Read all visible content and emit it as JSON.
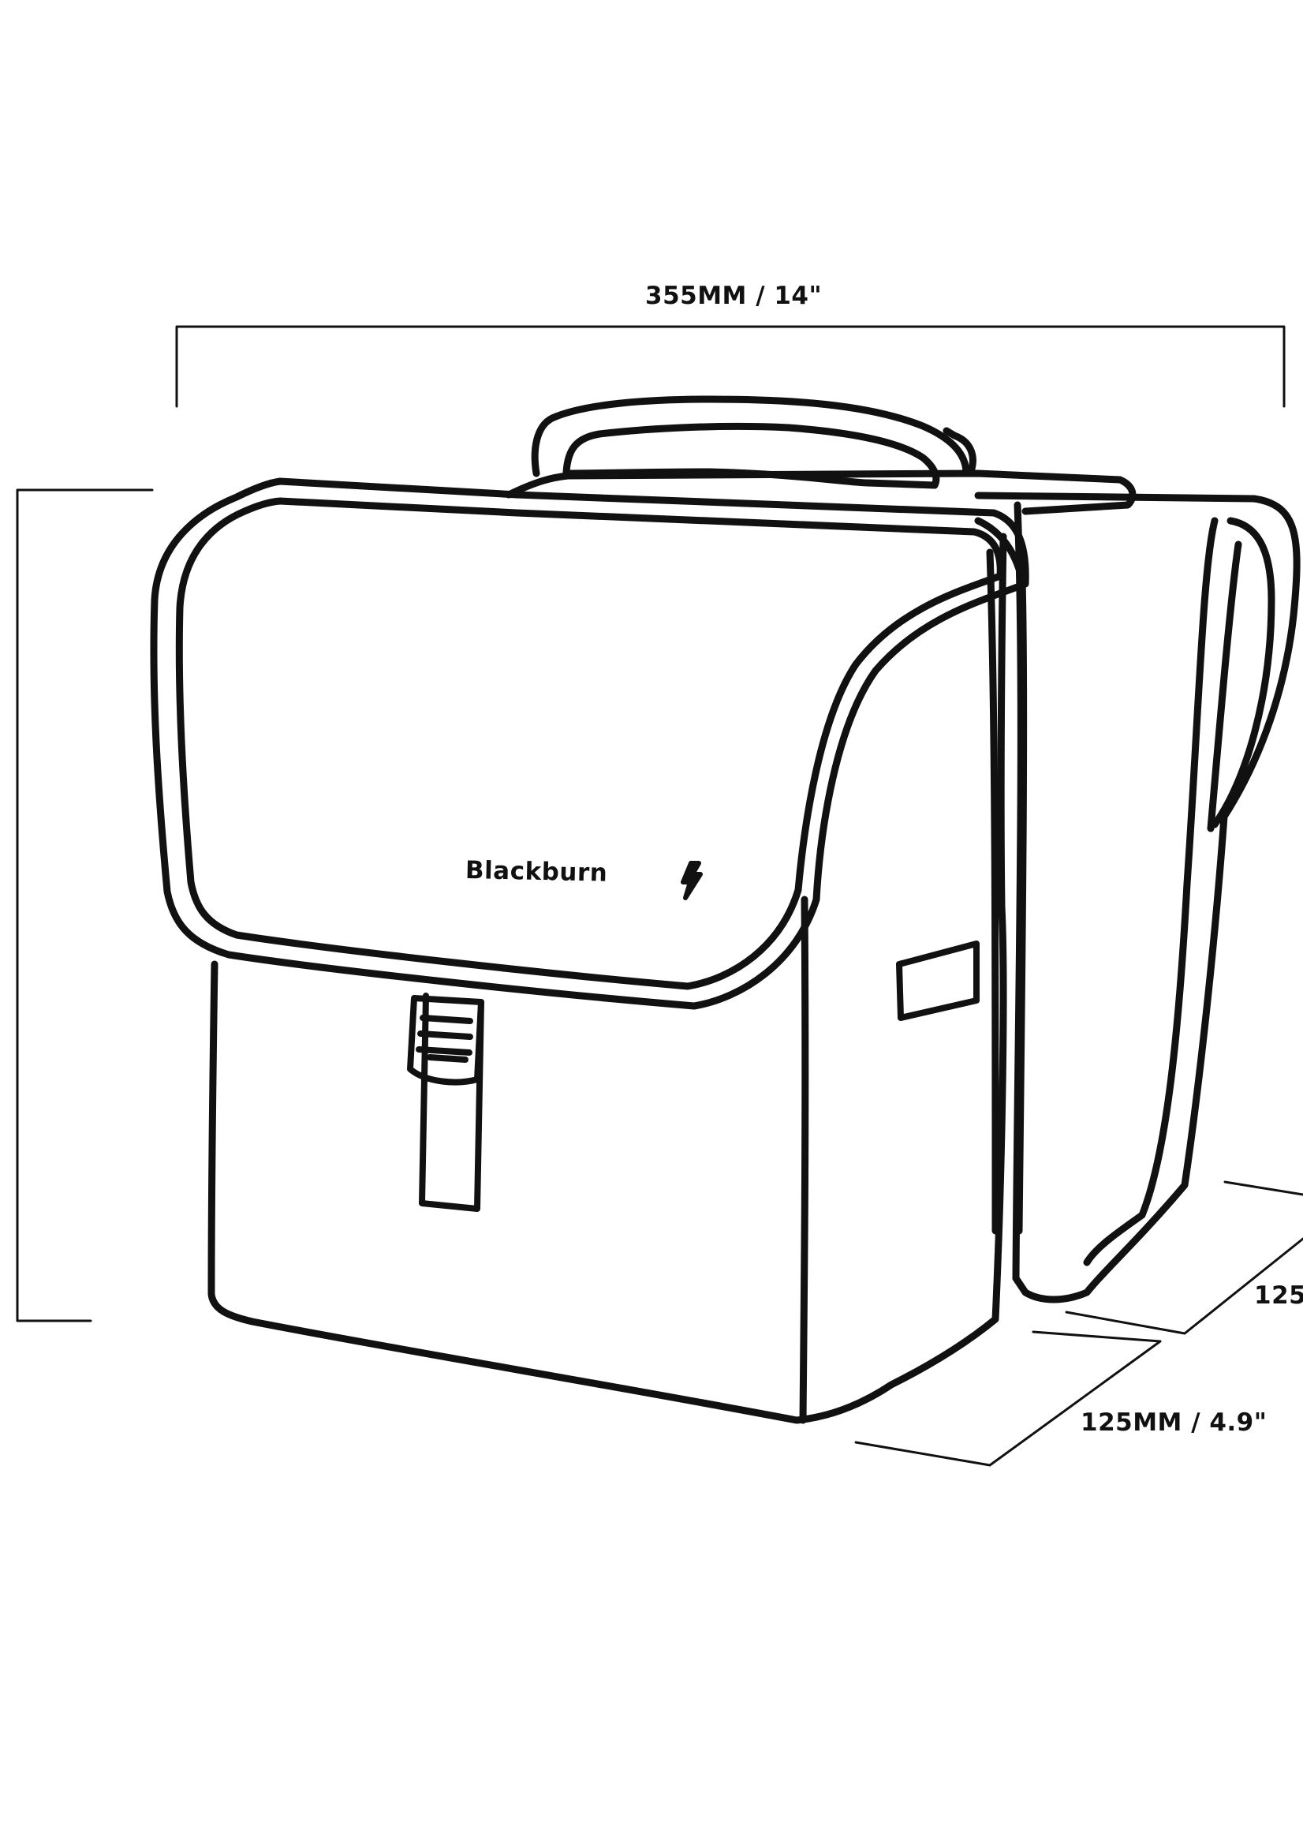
{
  "diagram": {
    "subject": "pannier-bag-line-drawing",
    "line_color": "#111111",
    "background": "#ffffff",
    "brand_logo": "Blackburn",
    "dimensions": {
      "width": "355MM / 14\"",
      "depth_front": "125MM / 4.9\"",
      "depth_back": "125"
    }
  }
}
